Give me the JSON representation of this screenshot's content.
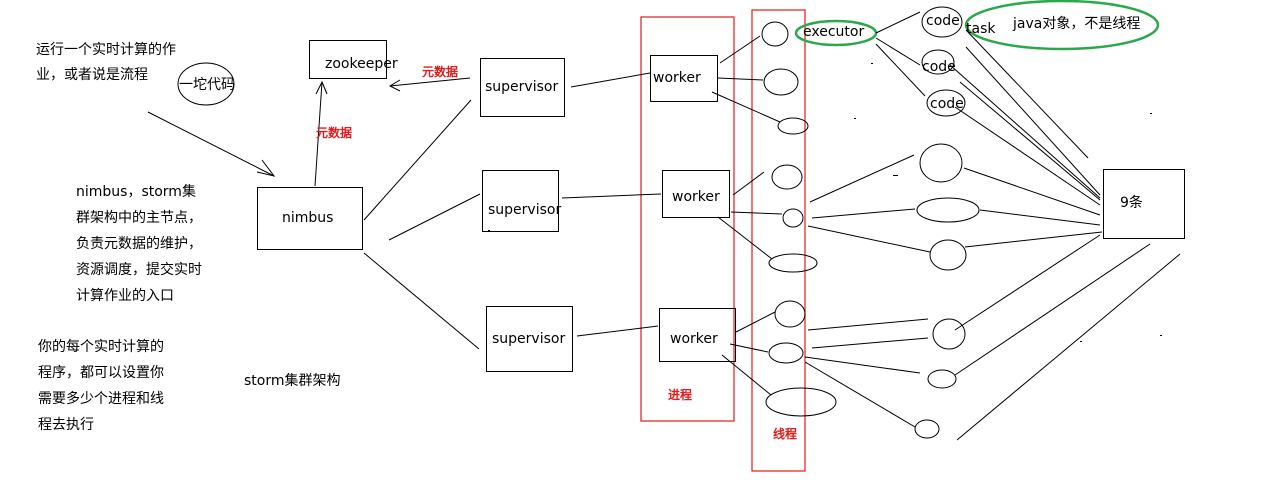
{
  "notes": {
    "job_line1": "运行一个实时计算的作",
    "job_line2": "业，或者说是流程",
    "code_blob": "一坨代码",
    "nimbus_desc": [
      "nimbus，storm集",
      "群架构中的主节点，",
      "负责元数据的维护，",
      "资源调度，提交实时",
      "计算作业的入口"
    ],
    "config_desc": [
      "你的每个实时计算的",
      "程序，都可以设置你",
      "需要多少个进程和线",
      "程去执行"
    ],
    "cluster_title": "storm集群架构",
    "java_object": "java对象，不是线程"
  },
  "nodes": {
    "zookeeper": "zookeeper",
    "nimbus": "nimbus",
    "supervisor1": "supervisor",
    "supervisor2": "supervisor",
    "supervisor3": "supervisor",
    "worker1": "worker",
    "worker2": "worker",
    "worker3": "worker",
    "executor": "executor",
    "code1": "code",
    "code2": "code",
    "code3": "code",
    "task": "task",
    "nine": "9条"
  },
  "edge_labels": {
    "metadata_top": "元数据",
    "metadata_left": "元数据",
    "process": "进程",
    "thread": "线程"
  },
  "colors": {
    "ink": "#000000",
    "accent_red": "#e01c1c",
    "accent_green": "#2aa84a"
  }
}
